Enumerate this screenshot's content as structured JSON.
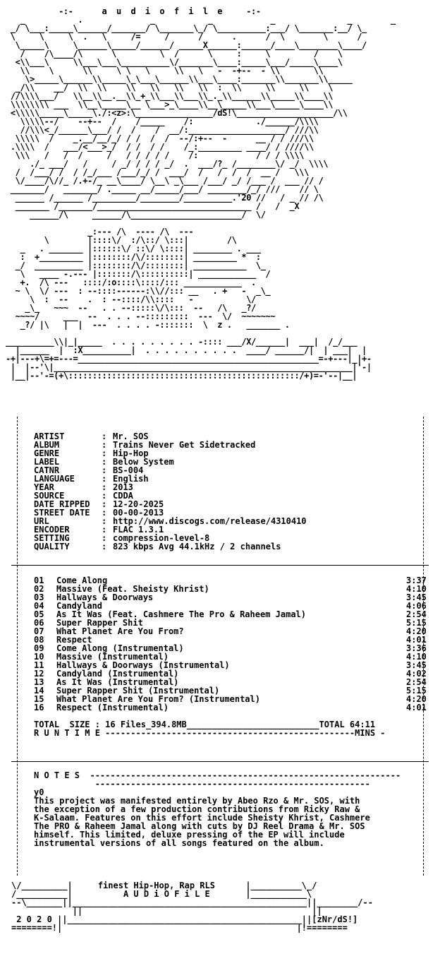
{
  "header_art": [
    "           -:-      a  u  d  i  o  f  i  l  e     -:-",
    "   _           .              _           _            _               _        _   ",
    " _/ \\___:_____\\______/_______/ \\_______\\_/ \\__________:___/ \\_______:__/ \\_ ",
    " \\     \\     \\  .   \\     /=     /      /      .      /  \\        \\      / ",
    "  \\_____\\     \\______\\_____/______/ _____X______:______/____\\________\\____/ ",
    "   /    /\\____/\\      \\         \\  /      \\     :     \\         /    \\    ",
    "  <\\\\___\\     \\\\___\\___\\__________\\/_______\\____:_____\\___/_____\\____\\   ",
    "   \\\\    \\      \\\\     \\ \\   \\     \\\\   \\   -  -+--  - \\\\       \\\\      ",
    "    \\>_____\\______\\\\_____\\_\\___\\______\\\\___\\____:_______\\\\_______\\\\_____ ",
    "  _/\\\\    __/  \\\\  \\\\    \\\\   \\\\   \\\\   \\\\  :  \\\\     \\\\     \\\\    \\ ",
    " //\\\\\\\\___/   \\\\__\\\\__.__\\\\_+_\\\\___\\\\___\\\\_._\\\\______\\\\_____\\\\____\\\\ ",
    " \\\\\\\\\\\\\\\\ ___  \\\\__\\_____\\__ \\___>_\\____\\\\__\\_____\\\\___\\_____\\____\\\\ ",
    " <\\\\\\\\\\_____\\_____\\./:<z>:\\________________/dS!\\____________________/\\\\ ",
    "   \\\\\\\\\\--/    --+--  /    /_____    /:             ./______/\\\\\\\\ ",
    "   //\\\\\\<_/______\\___/ /  /    /  __/:____________________/ ///\\\\ ",
    "  \\\\\\\\\\  /    _.__/__/_/ / /  /  /  --/:+--  -      __ / / ///\\\\  ",
    " .\\\\\\\\  /   ___/<___>_/  / /  / /    /_:_________ ____/ / ////\\\\  ",
    "  \\\\\\   /   /  /     /   / / / / /    /:            / / / \\\\\\\\  ",
    "     ./_ ___/   /     / _/ / / / _/  .  ___/?_ /________\\/ _/  \\\\\\\\ ",
    "  /  /___/ /  / /_/___ /___/_/ /  ___/  /   /  /  /  __ /   \\\\\\ ",
    "  \\/____/\\//_ /.+-/_ __\\____/ \\__\\ _\\___ /___/ _/ /___ /  ___ // /  ",
    " _______/   _______/ ._____ __/_____/___/ ________/_/ ///    // \\  ",
    "  ______ /______ /_________/________/__________.'20 //   / _ // /\\ ",
    "  _______ /_______/________________________________ /   /  _X    ",
    "     ______/\\     ______/\\_______________________/  \\/          "
  ],
  "center_art": [
    "                 _:--- /\\  ---- /\\  ---",
    "        \\        |::::\\/  :/\\::/ \\:::|        /\\",
    "   _   . _______ |::::::\\/ ::\\/ \\::::| ________ . ___",
    "   :  +_________ |::::::::/\\/::::::::| _________ *  :",
    "  _/  __________ |::::::::/\\/::::::::| ___________  \\_",
    "   \\   ____ -.--- |:::::::/\\::::::::::| ____________  /",
    "   +.  /\\ ---   ::::/:o::::\\::::/::: ____________  .",
    "  ~ \\  \\/ ---  : --::::------:\\\\//::: __   . +   -  _\\_",
    "     \\  :  --    .  : --::::/\\\\::::   -           \\/ ",
    "    _\\_   ~~~  --   . . --:::::\\/\\:::  --   /\\   _?/",
    "  ~~~~/     ___  --  . . . --:::::::::  ---  \\/  ~~~~~~~",
    "   _?/ |\\   |  |  ---  . . . . -:::::::  \\  z .   _______ ."
  ],
  "frame_art": [
    "__________\\\\|_|_____  . . . . . . . . . -:::: ___/X/______|  ___|  /_/___",
    "  |______  |  :X__________|  . . . . . . . . . .  ____/ ______/|  | ___|  |  ",
    "-+|---+\\=+=---=__________________________________________________=-+---|_|+-",
    " |  |--'\\|______________________________________________________________|'-| ",
    " |__|--'-=(+\\::::::::::::::::::::::::::::::::::::::::::::::::/+)=-'--|__|  "
  ],
  "info": {
    "fields": [
      {
        "key": "ARTIST",
        "value": "Mr. SOS"
      },
      {
        "key": "ALBUM",
        "value": "Trains Never Get Sidetracked"
      },
      {
        "key": "GENRE",
        "value": "Hip-Hop"
      },
      {
        "key": "LABEL",
        "value": "Below System"
      },
      {
        "key": "CATNR",
        "value": "BS-004"
      },
      {
        "key": "LANGUAGE",
        "value": "English"
      },
      {
        "key": "YEAR",
        "value": "2013"
      },
      {
        "key": "SOURCE",
        "value": "CDDA"
      },
      {
        "key": "DATE RIPPED",
        "value": "12-20-2025"
      },
      {
        "key": "STREET DATE",
        "value": "00-00-2013"
      },
      {
        "key": "URL",
        "value": "http://www.discogs.com/release/4310410"
      },
      {
        "key": "ENCODER",
        "value": "FLAC 1.3.1"
      },
      {
        "key": "SETTING",
        "value": "compression-level-8"
      },
      {
        "key": "QUALITY",
        "value": "823 kbps Avg 44.1kHz / 2 channels"
      }
    ]
  },
  "tracks": [
    {
      "num": "01",
      "title": "Come Along",
      "dur": "3:37"
    },
    {
      "num": "02",
      "title": "Massive (Feat. Sheisty Khrist)",
      "dur": "4:10"
    },
    {
      "num": "03",
      "title": "Hallways & Doorways",
      "dur": "3:45"
    },
    {
      "num": "04",
      "title": "Candyland",
      "dur": "4:06"
    },
    {
      "num": "05",
      "title": "As It Was (Feat. Cashmere The Pro & Raheem Jamal)",
      "dur": "2:54"
    },
    {
      "num": "06",
      "title": "Super Rapper Shit",
      "dur": "5:15"
    },
    {
      "num": "07",
      "title": "What Planet Are You From?",
      "dur": "4:20"
    },
    {
      "num": "08",
      "title": "Respect",
      "dur": "4:01"
    },
    {
      "num": "09",
      "title": "Come Along (Instrumental)",
      "dur": "3:36"
    },
    {
      "num": "10",
      "title": "Massive (Instrumental)",
      "dur": "4:10"
    },
    {
      "num": "11",
      "title": "Hallways & Doorways (Instrumental)",
      "dur": "3:45"
    },
    {
      "num": "12",
      "title": "Candyland (Instrumental)",
      "dur": "4:02"
    },
    {
      "num": "13",
      "title": "As It Was (Instrumental)",
      "dur": "2:54"
    },
    {
      "num": "14",
      "title": "Super Rapper Shit (Instrumental)",
      "dur": "5:15"
    },
    {
      "num": "15",
      "title": "What Planet Are You From? (Instrumental)",
      "dur": "4:20"
    },
    {
      "num": "16",
      "title": "Respect (Instrumental)",
      "dur": "4:01"
    }
  ],
  "totals": {
    "size_line": "TOTAL  SIZE : 16 Files_394.8MB__________________________TOTAL 64:11",
    "runtime_line": "R U N T I M E -------------------------------------------------MINS -"
  },
  "notes": {
    "heading": "N O T E S  -------------------------------------------------------------",
    "rule": "            ------------------------------------------------------",
    "lines": [
      "y0",
      "",
      "This project was manifested entirely by Abeo Rzo & Mr. SOS, with",
      "the exception of a few production contributions from Ricky Raw &",
      "K-Salaam. Features on this effort include Sheisty Khrist, Cashmere",
      "The PRO & Raheem Jamal along with cuts by DJ Reel Drama & Mr. SOS",
      "himself. This limited, deluxe pressing of the EP will include",
      "instrumental versions of all songs featured on the album."
    ]
  },
  "footer": {
    "line1": "\\/_________|     finest Hip-Hop, Rap RLS      |__________\\_/",
    "line2": "/__________|          A U D i O F i L E       |___________\\",
    "line3": "--\\_______||______________________________________________||________/--",
    "line4": "            ||                                             ||",
    "line5": " 2 0 2 0 ||______________________________________________||[zNr/dS!]",
    "line6": "========!|                                              |!========"
  }
}
